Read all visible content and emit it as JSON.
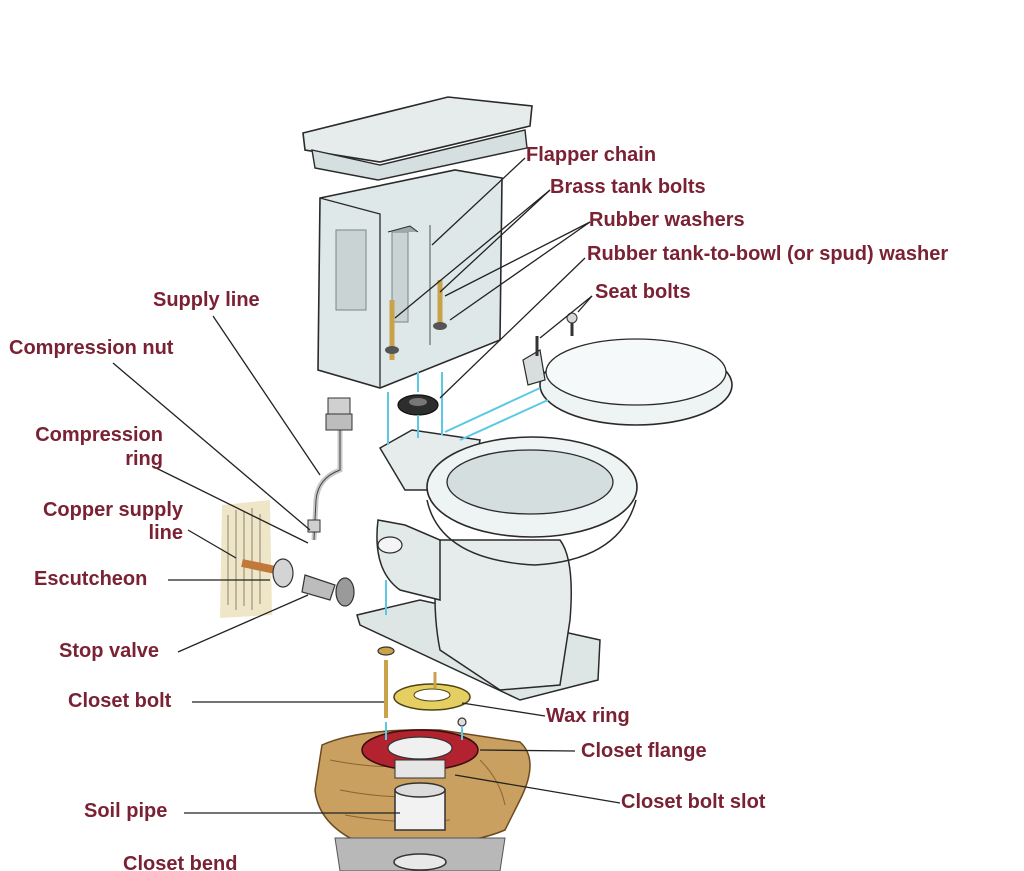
{
  "labels": {
    "flapper_chain": "Flapper chain",
    "brass_tank_bolts": "Brass tank bolts",
    "rubber_washers": "Rubber washers",
    "spud_washer": "Rubber tank-to-bowl (or spud) washer",
    "seat_bolts": "Seat bolts",
    "supply_line": "Supply line",
    "compression_nut": "Compression nut",
    "compression_ring_1": "Compression",
    "compression_ring_2": "ring",
    "copper_supply_line_1": "Copper supply",
    "copper_supply_line_2": "line",
    "escutcheon": "Escutcheon",
    "stop_valve": "Stop valve",
    "closet_bolt": "Closet bolt",
    "wax_ring": "Wax ring",
    "closet_flange": "Closet flange",
    "closet_bolt_slot": "Closet bolt slot",
    "soil_pipe": "Soil pipe",
    "closet_bend": "Closet bend"
  },
  "colors": {
    "label_text": "#7a2233",
    "porcelain": "#e6ecec",
    "outline": "#2a2a2a",
    "water_line": "#5bc8e6",
    "brass": "#c9a24a",
    "flange_red": "#b2232f",
    "wax_yellow": "#e6cf62",
    "floor_wood": "#caa061",
    "wall_beige": "#efe6c8"
  },
  "icons": {
    "illustration": "toilet-exploded-view"
  }
}
